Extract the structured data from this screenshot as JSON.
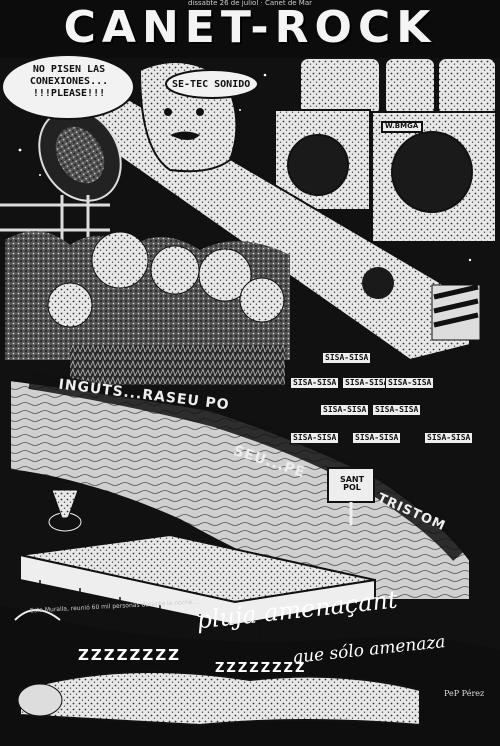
{
  "masthead": {
    "title": "CANET-ROCK",
    "top_line": "dissabte 26 de juliol · Canet de Mar"
  },
  "speech": {
    "left_bubble": "NO PISEN LAS CONEXIONES... !!!PLEASE!!!",
    "right_bubble": "SE-TEC SONIDO"
  },
  "amp_badge": "W.BMGA",
  "chants": [
    "SISA-SISA",
    "SISA-SISA",
    "SISA-SISA",
    "SISA-SISA",
    "SISA-SISA",
    "SISA-SISA",
    "SISA-SISA",
    "SISA-SISA",
    "SISA-SISA"
  ],
  "road_text": {
    "line1": "INGUTS...RASEU PO",
    "line2": "SEU...PE",
    "line3": "TRISTOM"
  },
  "sign": "SANT POL",
  "slogan": {
    "line1": "pluja amenaçant",
    "line2": "que sólo amenaza"
  },
  "sleep": {
    "z1": "ZZZZZZZZ",
    "z2": "ZZZZZZZZ"
  },
  "small_caption": "Esta Muralla, reunió 60 mil personas durante la noche...",
  "signature": "PeP Pérez"
}
